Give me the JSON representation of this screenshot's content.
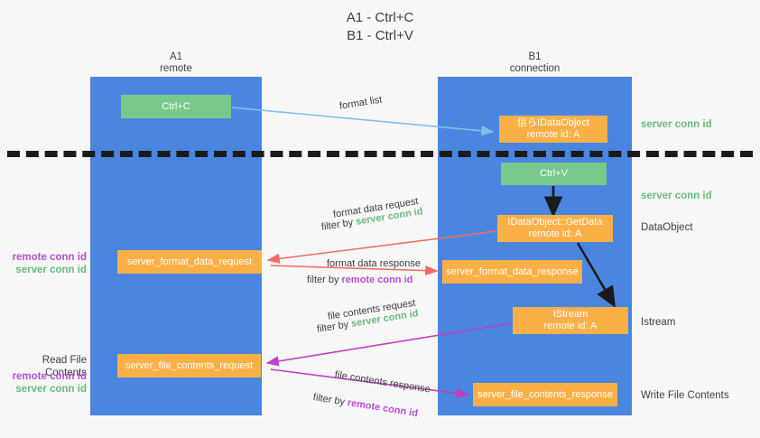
{
  "title": {
    "line1": "A1 - Ctrl+C",
    "line2": "B1 - Ctrl+V"
  },
  "lanes": [
    {
      "id": "a1",
      "name": "A1",
      "role": "remote",
      "color": "#4a86e0"
    },
    {
      "id": "b1",
      "name": "B1",
      "role": "connection",
      "color": "#4a86e0"
    }
  ],
  "colors": {
    "lane": "#4a86e0",
    "green_box": "#78c98a",
    "orange_box": "#fbb046",
    "server_conn_id": "#6aba7e",
    "remote_conn_id": "#b74fd0",
    "arrow_blue": "#7cc0e8",
    "arrow_red": "#ef6c63",
    "arrow_magenta": "#c13fc1",
    "arrow_black": "#1b1b1b",
    "divider": "#1b1b1b",
    "background": "#f7f7f7",
    "text": "#3c4043"
  },
  "nodes": {
    "ctrl_c": {
      "label": "Ctrl+C",
      "style": "green"
    },
    "ctrl_v": {
      "label": "Ctrl+V",
      "style": "green"
    },
    "idataobject": {
      "label": "信らIDataObject",
      "sublabel": "remote id: A",
      "style": "orange"
    },
    "getdata": {
      "label": "IDataObject::GetData",
      "sublabel": "remote id: A",
      "style": "orange"
    },
    "istream": {
      "label": "IStream",
      "sublabel": "remote id: A",
      "style": "orange"
    },
    "server_format_data_request": {
      "label": "server_format_data_request",
      "style": "orange"
    },
    "server_format_data_response": {
      "label": "server_format_data_response",
      "style": "orange"
    },
    "server_file_contents_request": {
      "label": "server_file_contents_request",
      "style": "orange"
    },
    "server_file_contents_response": {
      "label": "server_file_contents_response",
      "style": "orange"
    }
  },
  "edge_labels": {
    "format_list": "format list",
    "format_data_request": "format data request",
    "format_data_request_filter_prefix": "filter by ",
    "format_data_request_filter_value": "server conn id",
    "format_data_response": "format data response",
    "format_data_response_filter_prefix": "filter by ",
    "format_data_response_filter_value": "remote conn id",
    "file_contents_request": "file contents request",
    "file_contents_request_filter_prefix": "filter by ",
    "file_contents_request_filter_value": "server conn id",
    "file_contents_response": "file contents response",
    "file_contents_response_filter_prefix": "filter by ",
    "file_contents_response_filter_value": "remote conn id"
  },
  "right_notes": {
    "server_conn_id_top": "server conn id",
    "server_conn_id_mid": "server conn id",
    "dataobject": "DataObject",
    "istream": "Istream",
    "write_file_contents": "Write File Contents"
  },
  "left_notes": {
    "remote_conn_id_1": "remote conn id",
    "server_conn_id_1": "server conn id",
    "read_file_contents": "Read File Contents",
    "remote_conn_id_2": "remote conn id",
    "server_conn_id_2": "server conn id"
  }
}
